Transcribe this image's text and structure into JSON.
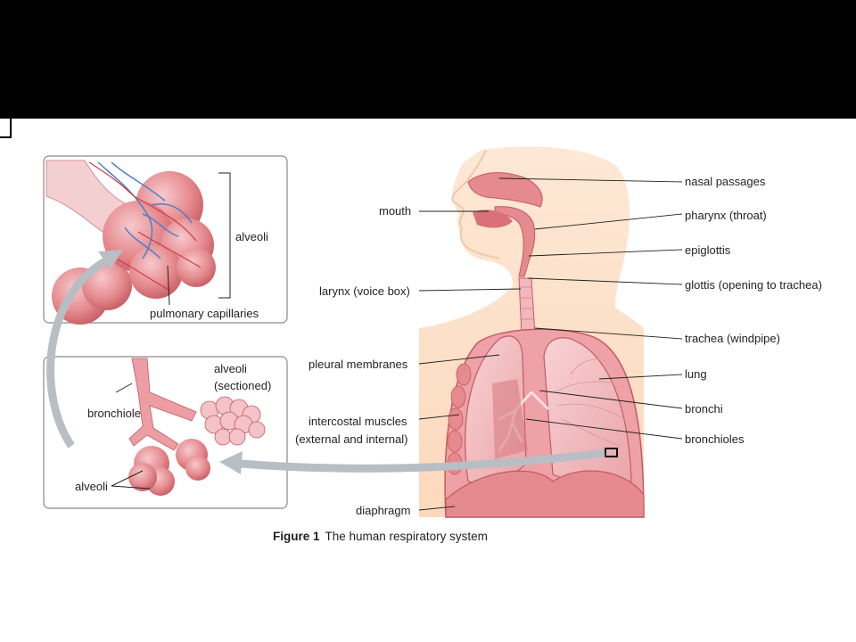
{
  "labels": {
    "nasal_passages": "nasal passages",
    "mouth": "mouth",
    "pharynx": "pharynx (throat)",
    "epiglottis": "epiglottis",
    "larynx": "larynx (voice box)",
    "glottis": "glottis (opening to trachea)",
    "trachea": "trachea (windpipe)",
    "pleural_membranes": "pleural membranes",
    "lung": "lung",
    "bronchi": "bronchi",
    "intercostal_line1": "intercostal muscles",
    "intercostal_line2": "(external and internal)",
    "bronchioles": "bronchioles",
    "diaphragm": "diaphragm"
  },
  "inset_top": {
    "alveoli": "alveoli",
    "pulmonary_capillaries": "pulmonary capillaries"
  },
  "inset_bottom": {
    "alveoli_sectioned_line1": "alveoli",
    "alveoli_sectioned_line2": "(sectioned)",
    "bronchiole": "bronchiole",
    "alveoli": "alveoli"
  },
  "caption": {
    "figure_number": "Figure 1",
    "text": "The human respiratory system"
  },
  "colors": {
    "skin": "#fde3cc",
    "tissue": "#e58a8e",
    "tissue_dark": "#c45a62",
    "lung": "#f3c1c4",
    "vessel_blue": "#4a7fc8",
    "arrow": "#b9bec4"
  }
}
